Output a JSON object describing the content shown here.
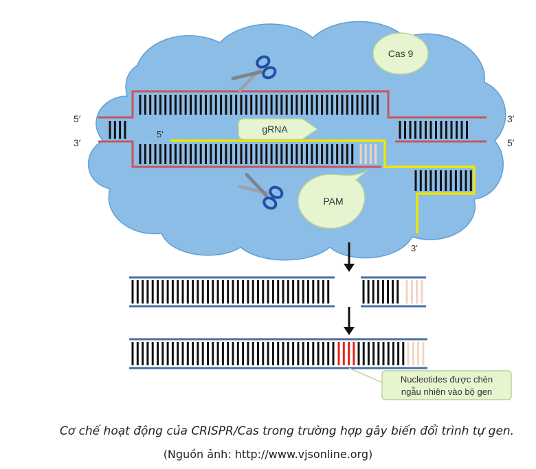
{
  "labels": {
    "cas9": "Cas 9",
    "grna": "gRNA",
    "pam": "PAM",
    "five_prime_left": "5′",
    "three_prime_left": "3′",
    "three_prime_right": "3′",
    "five_prime_right": "5′",
    "five_prime_grna": "5′",
    "three_prime_grna": "3′",
    "note_line1": "Nucleotides được chèn",
    "note_line2": "ngẫu nhiên vào bộ gen"
  },
  "caption": {
    "line1": "Cơ chế hoạt động của CRISPR/Cas trong trường hợp gây biến đổi trình tự gen.",
    "line2": "(Nguồn ảnh: http://www.vjsonline.org)"
  },
  "colors": {
    "cloud": "#8cbde6",
    "cloud_edge": "#5f9fd6",
    "dna_strand": "#c8555a",
    "grna": "#f0e600",
    "bubble": "#e6f4cf",
    "bubble_edge": "#b9d39a",
    "rung": "#111111",
    "pam_rung": "#f3d3c3",
    "insert_rung": "#e0241b",
    "result_strand": "#4a6ea8"
  }
}
